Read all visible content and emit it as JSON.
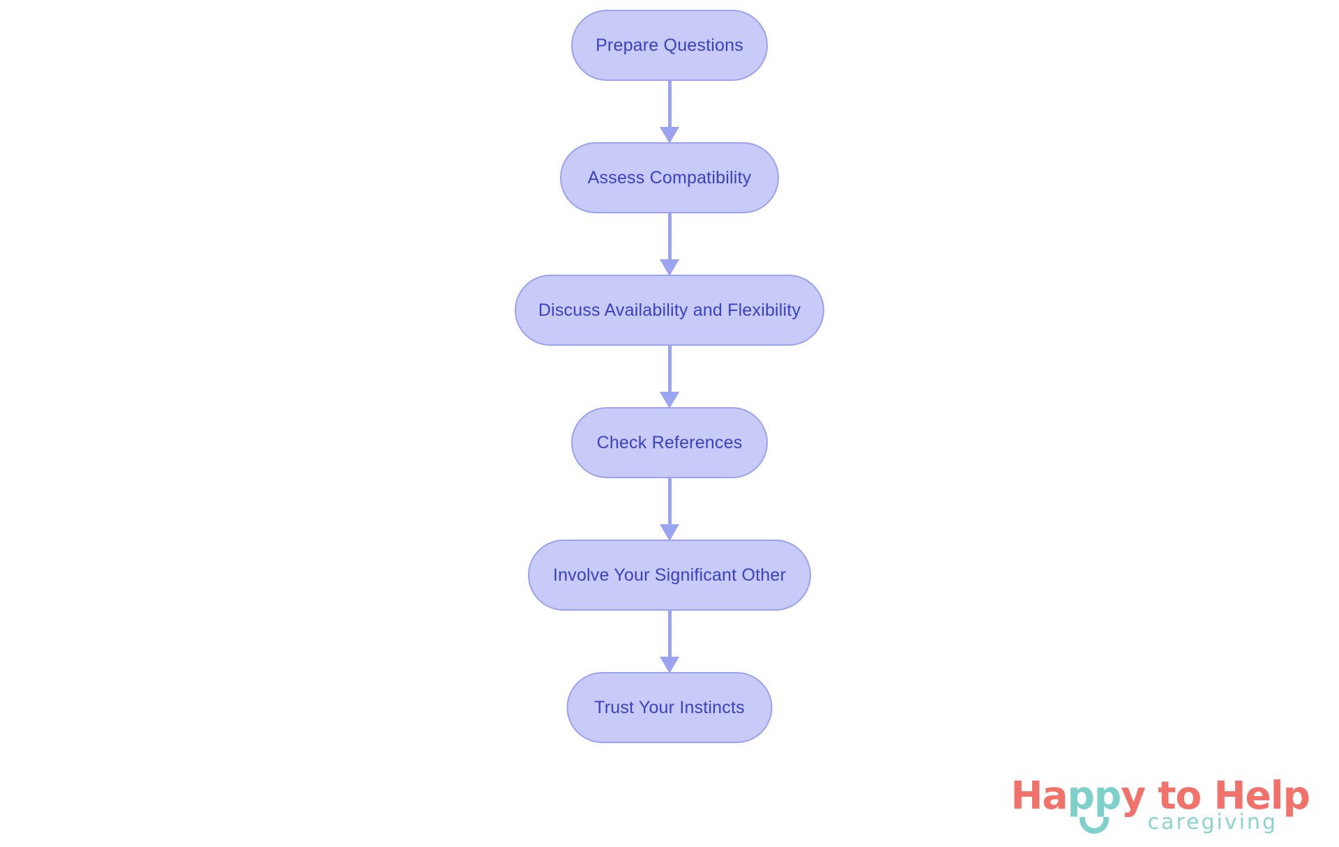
{
  "flowchart": {
    "title": "",
    "nodes": [
      {
        "label": "Prepare Questions"
      },
      {
        "label": "Assess Compatibility"
      },
      {
        "label": "Discuss Availability and Flexibility"
      },
      {
        "label": "Check References"
      },
      {
        "label": "Involve Your Significant Other"
      },
      {
        "label": "Trust Your Instincts"
      }
    ],
    "direction": "top-to-bottom",
    "node_fill_color": "#c8caf7",
    "node_border_color": "#9ba3ee",
    "node_text_color": "#3a41c6",
    "arrow_color": "#9aa4f0"
  },
  "logo": {
    "wordmark_part1": "Ha",
    "wordmark_part2": "pp",
    "wordmark_part3": "y to Help",
    "subtitle": "caregiving",
    "coral_color": "#f0726b",
    "teal_color": "#7ed0cb",
    "subtitle_color": "#8ad3cf",
    "smile_icon": "smile-arc"
  }
}
